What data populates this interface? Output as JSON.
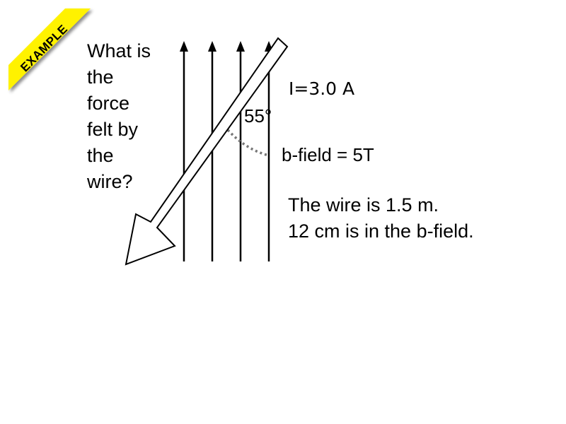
{
  "banner": {
    "text": "EXAMPLE",
    "background_color": "#FFF200",
    "text_color": "#000000"
  },
  "question": {
    "lines": [
      "What is",
      "the",
      "force",
      "felt by",
      "the",
      "wire?"
    ]
  },
  "diagram": {
    "field_line_count": 4,
    "current_label": "I=3.0 A",
    "angle_label": "55°",
    "field_label": "b-field = 5T"
  },
  "wire_info": {
    "line1": "The wire is 1.5 m.",
    "line2": "12 cm is in the b-field."
  }
}
